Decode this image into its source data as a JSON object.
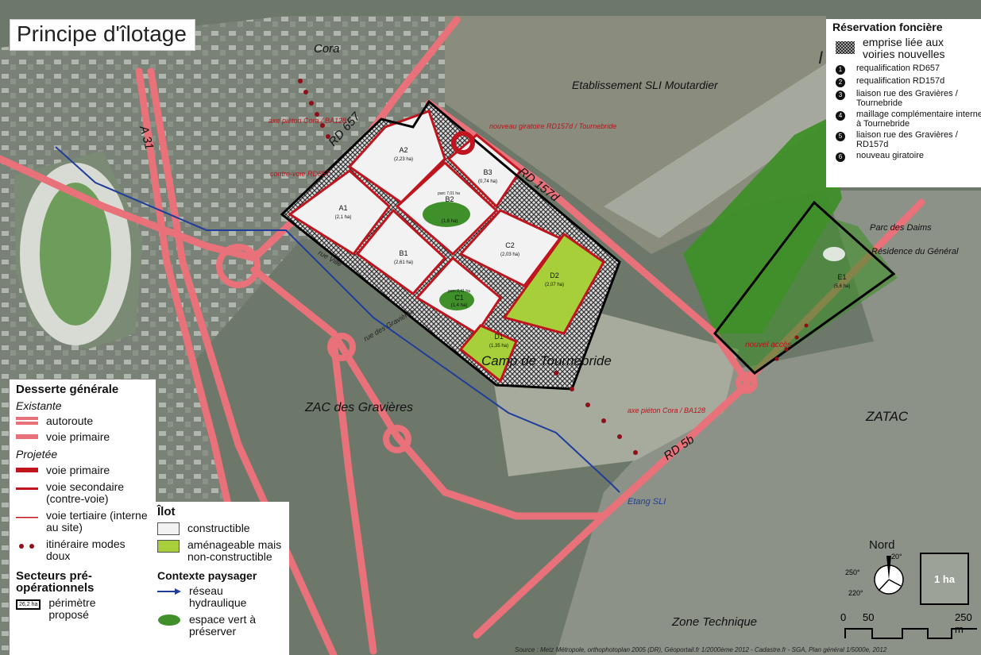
{
  "title": "Principe d'îlotage",
  "reservation": {
    "heading": "Réservation foncière",
    "emprise": "emprise liée aux voiries nouvelles",
    "items": [
      {
        "num": "1",
        "label": "requalification RD657"
      },
      {
        "num": "2",
        "label": "requalification RD157d"
      },
      {
        "num": "3",
        "label": "liaison rue des Gravières / Tournebride"
      },
      {
        "num": "4",
        "label": "maillage complémentaire interne à Tournebride"
      },
      {
        "num": "5",
        "label": "liaison rue des Gravières / RD157d"
      },
      {
        "num": "6",
        "label": "nouveau giratoire"
      }
    ]
  },
  "desserte": {
    "heading": "Desserte générale",
    "existante": "Existante",
    "autoroute": "autoroute",
    "voie_primaire_exist": "voie primaire",
    "projetee": "Projetée",
    "voie_primaire": "voie primaire",
    "voie_secondaire": "voie secondaire (contre-voie)",
    "voie_tertiaire": "voie tertiaire (interne au site)",
    "itineraire": "itinéraire modes doux",
    "secteurs": "Secteurs pré-opérationnels",
    "badge": "26,2 ha",
    "perimetre": "périmètre proposé"
  },
  "ilot": {
    "heading": "Îlot",
    "constructible": "constructible",
    "amenageable": "aménageable mais non-constructible",
    "contexte": "Contexte paysager",
    "reseau": "réseau hydraulique",
    "espace": "espace vert à préserver"
  },
  "north": {
    "label": "Nord",
    "a1": "20°",
    "a2": "250°",
    "a3": "220°"
  },
  "scale": {
    "box": "1 ha",
    "zero": "0",
    "fifty": "50",
    "end": "250 m"
  },
  "source": "Source : Metz Métropole, orthophotoplan 2005 (DR), Géoportail.fr 1/2000ème 2012 - Cadastre.fr - SGA, Plan général 1/5000e, 2012",
  "places": {
    "cora": "Cora",
    "etab": "Etablissement SLI Moutardier",
    "a31": "A 31",
    "rd657": "RD 657",
    "rd157d": "RD 157d",
    "rd5b": "RD 5b",
    "camp": "Camp de Tournebride",
    "zac": "ZAC des Gravières",
    "zatac": "ZATAC",
    "zone": "Zone Technique",
    "parc": "Parc des Daims",
    "residence": "Résidence du Général",
    "etang": "Etang SLI",
    "lim": "I"
  },
  "annotations": {
    "axe1": "axe piéton Cora / BA128",
    "axe2": "axe piéton Cora / BA128",
    "giratoire": "nouveau giratoire RD157d / Tournebride",
    "contrevoie": "contre-voie RD657",
    "acces": "nouvel accès",
    "ville": "rue Ville",
    "gravieres": "rue des Gravières"
  },
  "parcels": [
    {
      "id": "A1",
      "area": "(2,1 ha)"
    },
    {
      "id": "A2",
      "area": "(2,23 ha)"
    },
    {
      "id": "B1",
      "area": "(2,61 ha)"
    },
    {
      "id": "B2",
      "area": "(1,6 ha)"
    },
    {
      "id": "B3",
      "area": "(0,74 ha)"
    },
    {
      "id": "C1",
      "area": "(1,4 ha)"
    },
    {
      "id": "C2",
      "area": "(2,03 ha)"
    },
    {
      "id": "D1",
      "area": "(1,35 ha)"
    },
    {
      "id": "D2",
      "area": "(2,07 ha)"
    },
    {
      "id": "E1",
      "area": "(5,6 ha)"
    }
  ],
  "parcel_notes": [
    "parc 7,01 ha",
    "parc 2,41 ha"
  ],
  "colors": {
    "road": "#e8717a",
    "primary": "#c0141e",
    "green": "#a7cf3a",
    "lawn": "#3f8f2a",
    "water": "#1f3d9a",
    "perimeter": "#000000"
  }
}
